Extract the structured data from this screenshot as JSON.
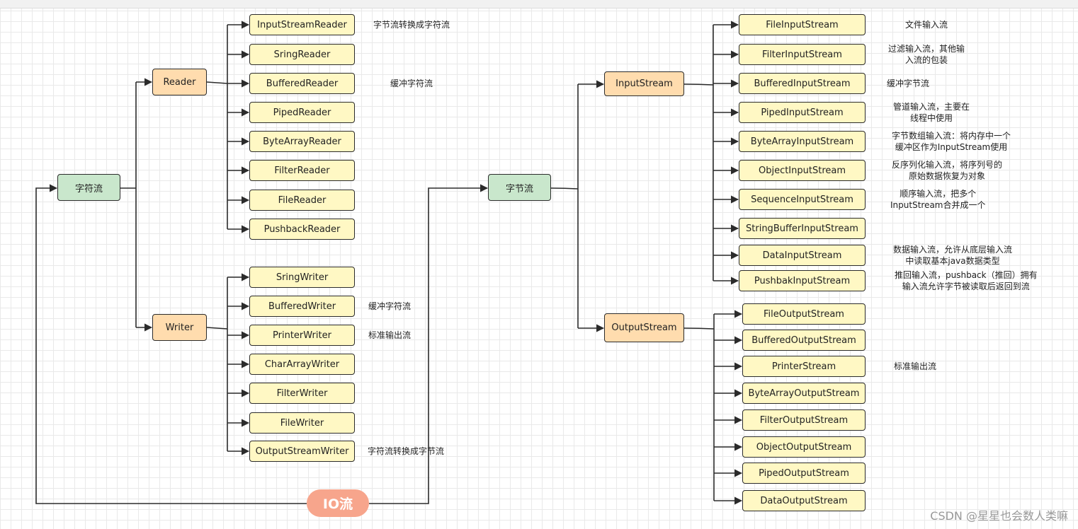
{
  "root": {
    "label": "IO流"
  },
  "char_stream": {
    "label": "字符流",
    "reader": {
      "label": "Reader",
      "children": [
        {
          "label": "InputStreamReader",
          "note": "字节流转换成字符流"
        },
        {
          "label": "SringReader",
          "note": ""
        },
        {
          "label": "BufferedReader",
          "note": "缓冲字符流"
        },
        {
          "label": "PipedReader",
          "note": ""
        },
        {
          "label": "ByteArrayReader",
          "note": ""
        },
        {
          "label": "FilterReader",
          "note": ""
        },
        {
          "label": "FileReader",
          "note": ""
        },
        {
          "label": "PushbackReader",
          "note": ""
        }
      ]
    },
    "writer": {
      "label": "Writer",
      "children": [
        {
          "label": "SringWriter",
          "note": ""
        },
        {
          "label": "BufferedWriter",
          "note": "缓冲字符流"
        },
        {
          "label": "PrinterWriter",
          "note": "标准输出流"
        },
        {
          "label": "CharArrayWriter",
          "note": ""
        },
        {
          "label": "FilterWriter",
          "note": ""
        },
        {
          "label": "FileWriter",
          "note": ""
        },
        {
          "label": "OutputStreamWriter",
          "note": "字符流转换成字节流"
        }
      ]
    }
  },
  "byte_stream": {
    "label": "字节流",
    "input": {
      "label": "InputStream",
      "children": [
        {
          "label": "FileInputStream",
          "note": "文件输入流"
        },
        {
          "label": "FilterInputStream",
          "note": "过滤输入流，其他输\n入流的包装"
        },
        {
          "label": "BufferedInputStream",
          "note": "缓冲字节流"
        },
        {
          "label": "PipedInputStream",
          "note": "管道输入流，主要在\n线程中使用"
        },
        {
          "label": "ByteArrayInputStream",
          "note": "字节数组输入流：将内存中一个\n缓冲区作为InputStream使用"
        },
        {
          "label": "ObjectInputStream",
          "note": "反序列化输入流，将序列号的\n原始数据恢复为对象"
        },
        {
          "label": "SequenceInputStream",
          "note": "顺序输入流，把多个\nInputStream合并成一个"
        },
        {
          "label": "StringBufferInputStream",
          "note": ""
        },
        {
          "label": "DataInputStream",
          "note": "数据输入流，允许从底层输入流\n中读取基本java数据类型"
        },
        {
          "label": "PushbakInputStream",
          "note": "推回输入流，pushback（推回）拥有\n输入流允许字节被读取后返回到流"
        }
      ]
    },
    "output": {
      "label": "OutputStream",
      "children": [
        {
          "label": "FileOutputStream",
          "note": ""
        },
        {
          "label": "BufferedOutputStream",
          "note": ""
        },
        {
          "label": "PrinterStream",
          "note": "标准输出流"
        },
        {
          "label": "ByteArrayOutputStream",
          "note": ""
        },
        {
          "label": "FilterOutputStream",
          "note": ""
        },
        {
          "label": "ObjectOutputStream",
          "note": ""
        },
        {
          "label": "PipedOutputStream",
          "note": ""
        },
        {
          "label": "DataOutputStream",
          "note": ""
        }
      ]
    }
  },
  "watermark": "CSDN @星星也会数人类嘛"
}
